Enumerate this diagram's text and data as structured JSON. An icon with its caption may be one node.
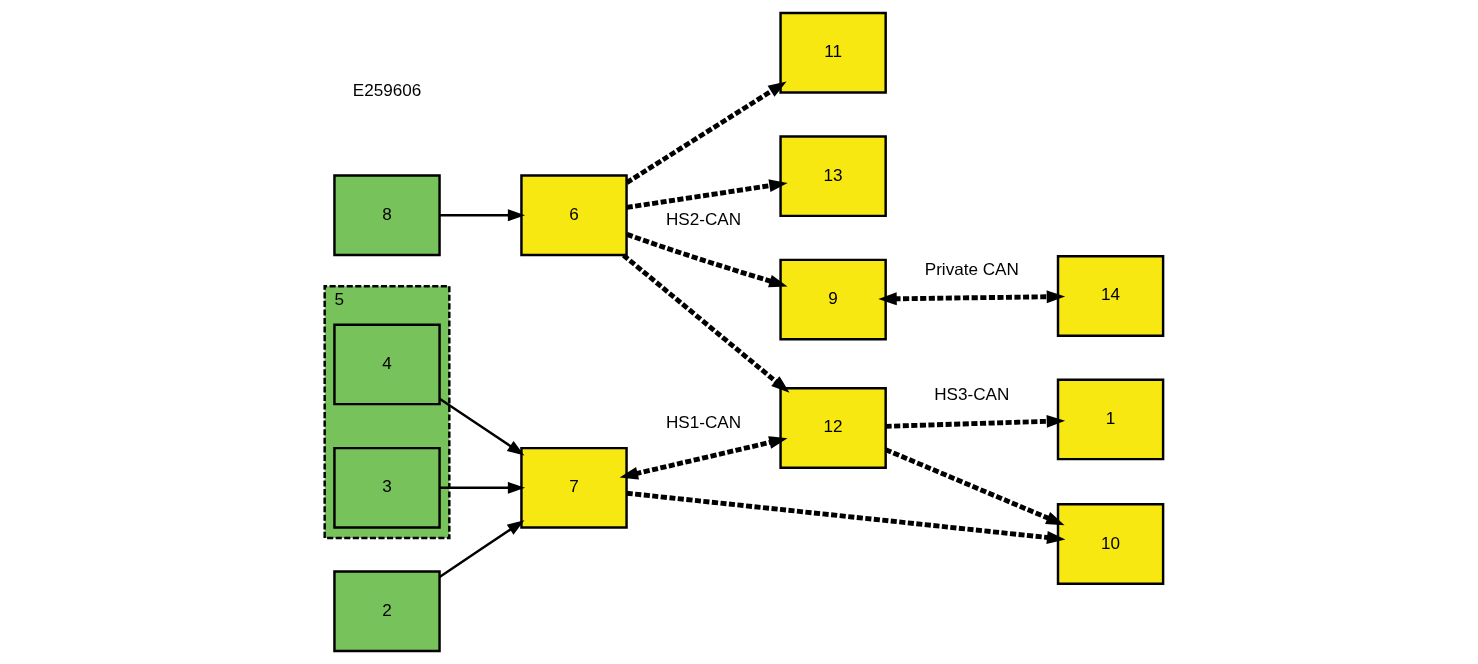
{
  "diagram": {
    "nodes": [
      {
        "text": [
          "8"
        ]
      },
      {
        "text": [
          "6"
        ]
      },
      {
        "text": [
          "11"
        ]
      },
      {
        "text": [
          "13"
        ]
      },
      {
        "text": [
          "9"
        ]
      },
      {
        "text": [
          "7"
        ]
      },
      {
        "text": [
          "10"
        ]
      },
      {
        "text": [
          "2"
        ]
      },
      {
        "text": [
          "5"
        ]
      },
      {
        "text": [
          "4"
        ],
        "in": 8
      },
      {
        "text": [
          "3"
        ],
        "in": 8
      },
      {
        "text": [
          "12"
        ]
      },
      {
        "text": [
          "1"
        ]
      },
      {
        "text": [
          "14"
        ]
      }
    ],
    "edges": [
      {
        "from": 0,
        "to": 1,
        "arrow": "to"
      },
      {
        "from": 7,
        "to": 5,
        "arrow": "to"
      },
      {
        "from": 9,
        "to": 5,
        "arrow": "to"
      },
      {
        "from": 10,
        "to": 5,
        "arrow": "to"
      },
      {
        "from": 1,
        "to": 11,
        "arrow": "to",
        "style": "dashed"
      },
      {
        "from": 1,
        "to": 2,
        "arrow": "to",
        "style": "dashed"
      },
      {
        "from": 1,
        "to": 3,
        "arrow": "to",
        "style": "dashed"
      },
      {
        "from": 1,
        "to": 4,
        "arrow": "to",
        "style": "dashed",
        "label": "HS2-CAN"
      },
      {
        "from": 5,
        "to": 11,
        "arrow": "both",
        "style": "dashed",
        "label": "HS1-CAN"
      },
      {
        "from": 5,
        "to": 6,
        "arrow": "to",
        "style": "dashed"
      },
      {
        "from": 11,
        "to": 6,
        "arrow": "to",
        "style": "dashed"
      },
      {
        "from": 11,
        "to": 12,
        "arrow": "to",
        "style": "dashed",
        "label": "HS3-CAN"
      },
      {
        "from": 4,
        "to": 13,
        "arrow": "both",
        "style": "dashed",
        "label": "Private CAN"
      }
    ],
    "labels": [
      "E259606"
    ]
  }
}
